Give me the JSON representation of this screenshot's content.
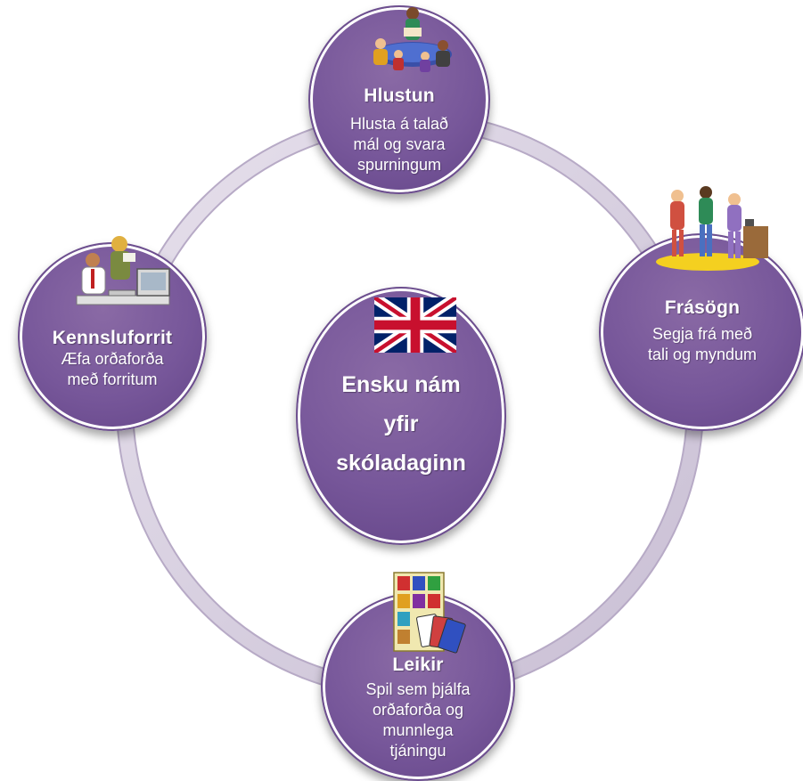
{
  "center": {
    "line1": "Ensku nám",
    "line2": "yfir",
    "line3": "skóladaginn"
  },
  "nodes": {
    "top": {
      "title": "Hlustun",
      "desc_line1": "Hlusta á talað",
      "desc_line2": "mál og svara",
      "desc_line3": "spurningum"
    },
    "right": {
      "title": "Frásögn",
      "desc_line1": "Segja frá með",
      "desc_line2": "tali og myndum"
    },
    "left": {
      "title": "Kennsluforrit",
      "desc_line1": "Æfa orðaforða",
      "desc_line2": "með forritum"
    },
    "bottom": {
      "title": "Leikir",
      "desc_line1": "Spil sem þjálfa",
      "desc_line2": "orðaforða og",
      "desc_line3": "munnlega",
      "desc_line4": "tjáningu"
    }
  },
  "colors": {
    "node_fill": "#77579a",
    "ring": "#d4cbdc",
    "text": "#ffffff"
  },
  "icons": {
    "top": "group-reading-clipart",
    "right": "people-talking-clipart",
    "left": "office-computer-clipart",
    "bottom": "playing-cards-clipart",
    "center": "uk-flag"
  }
}
